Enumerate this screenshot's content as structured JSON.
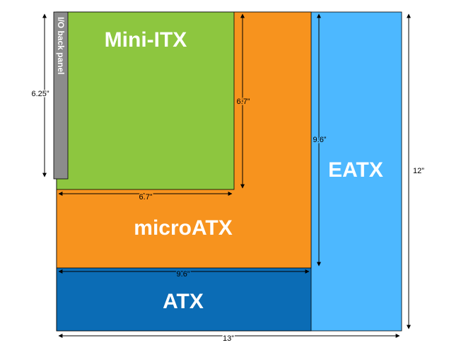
{
  "boards": {
    "eatx": {
      "label": "EATX",
      "color": "#4DB8FF"
    },
    "atx": {
      "label": "ATX",
      "color": "#0B6CB5"
    },
    "microatx": {
      "label": "microATX",
      "color": "#F7931E"
    },
    "miniitx": {
      "label": "Mini-ITX",
      "color": "#8DC63F"
    },
    "io_panel": {
      "label": "I/O back panel",
      "color": "#8C8C8C"
    }
  },
  "dimensions": {
    "miniitx_height": "6.7”",
    "miniitx_width": "6.7”",
    "io_panel_height": "6.25”",
    "atx_width": "9.6”",
    "microatx_height": "9.6”",
    "eatx_height": "12”",
    "eatx_width": "13”"
  }
}
